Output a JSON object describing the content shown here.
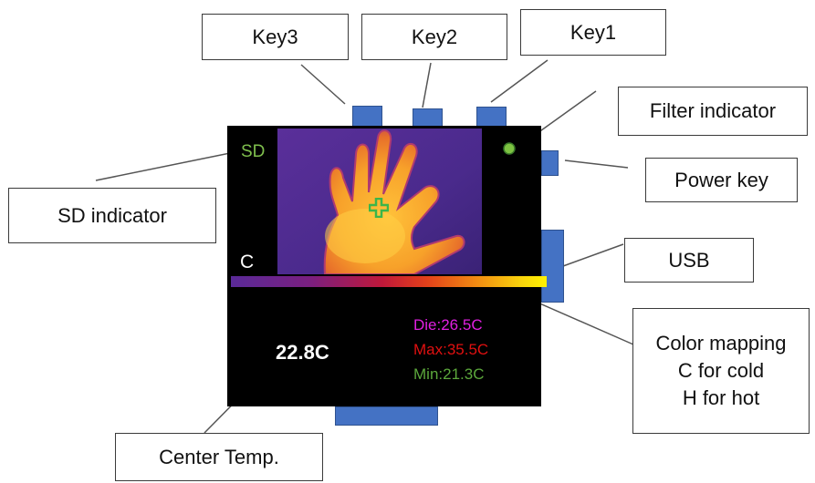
{
  "labels": {
    "key3": "Key3",
    "key2": "Key2",
    "key1": "Key1",
    "filter_indicator": "Filter indicator",
    "power_key": "Power key",
    "sd_indicator": "SD indicator",
    "usb": "USB",
    "color_mapping": [
      "Color mapping",
      "C for cold",
      "H for hot"
    ],
    "center_temp": "Center Temp."
  },
  "screen": {
    "sd": "SD",
    "cold_marker": "C",
    "center_temp": "22.8C",
    "die": "Die:26.5C",
    "max": "Max:35.5C",
    "min": "Min:21.3C"
  },
  "colors": {
    "key_fill": "#4472c4",
    "sd": "#7fbf4d",
    "die": "#e020e0",
    "max": "#e01010",
    "min": "#5ca83c",
    "filter_led": "#7dc242",
    "crosshair": "#3cb54a"
  }
}
